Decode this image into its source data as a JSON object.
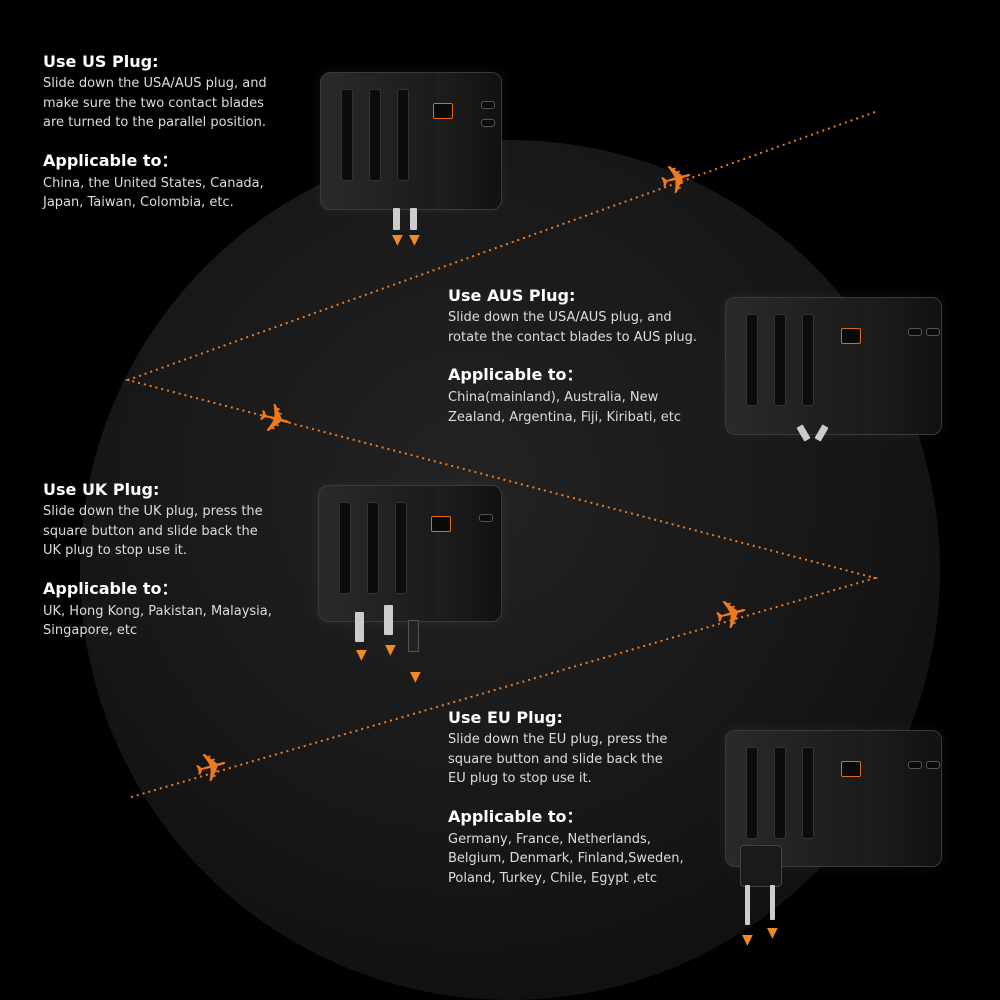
{
  "sections": [
    {
      "title": "Use US Plug:",
      "body": [
        "Slide down the USA/AUS plug, and",
        "make sure the two contact blades",
        "are turned to the parallel position."
      ],
      "applicable_title": "Applicable to：",
      "applicable": [
        "China, the United States, Canada,",
        "Japan, Taiwan, Colombia, etc."
      ]
    },
    {
      "title": "Use AUS Plug:",
      "body": [
        "Slide down the USA/AUS plug, and",
        "rotate the contact blades to AUS plug."
      ],
      "applicable_title": "Applicable to：",
      "applicable": [
        "China(mainland), Australia, New",
        "Zealand, Argentina, Fiji, Kiribati, etc"
      ]
    },
    {
      "title": "Use UK Plug:",
      "body": [
        "Slide down the UK plug, press the",
        "square button and slide back the",
        "UK plug to stop use it."
      ],
      "applicable_title": "Applicable to：",
      "applicable": [
        "UK, Hong Kong, Pakistan, Malaysia,",
        "Singapore, etc"
      ]
    },
    {
      "title": "Use EU Plug:",
      "body": [
        "Slide down the EU plug, press the",
        "square button and slide back the",
        "EU plug to stop use it."
      ],
      "applicable_title": "Applicable to：",
      "applicable": [
        "Germany, France, Netherlands,",
        "Belgium, Denmark, Finland,Sweden,",
        "Poland, Turkey, Chile, Egypt ,etc"
      ]
    }
  ],
  "colors": {
    "accent": "#f07a1e",
    "background": "#000000"
  },
  "icons": [
    "airplane-icon",
    "travel-adapter-illustration",
    "down-arrow-icon"
  ]
}
